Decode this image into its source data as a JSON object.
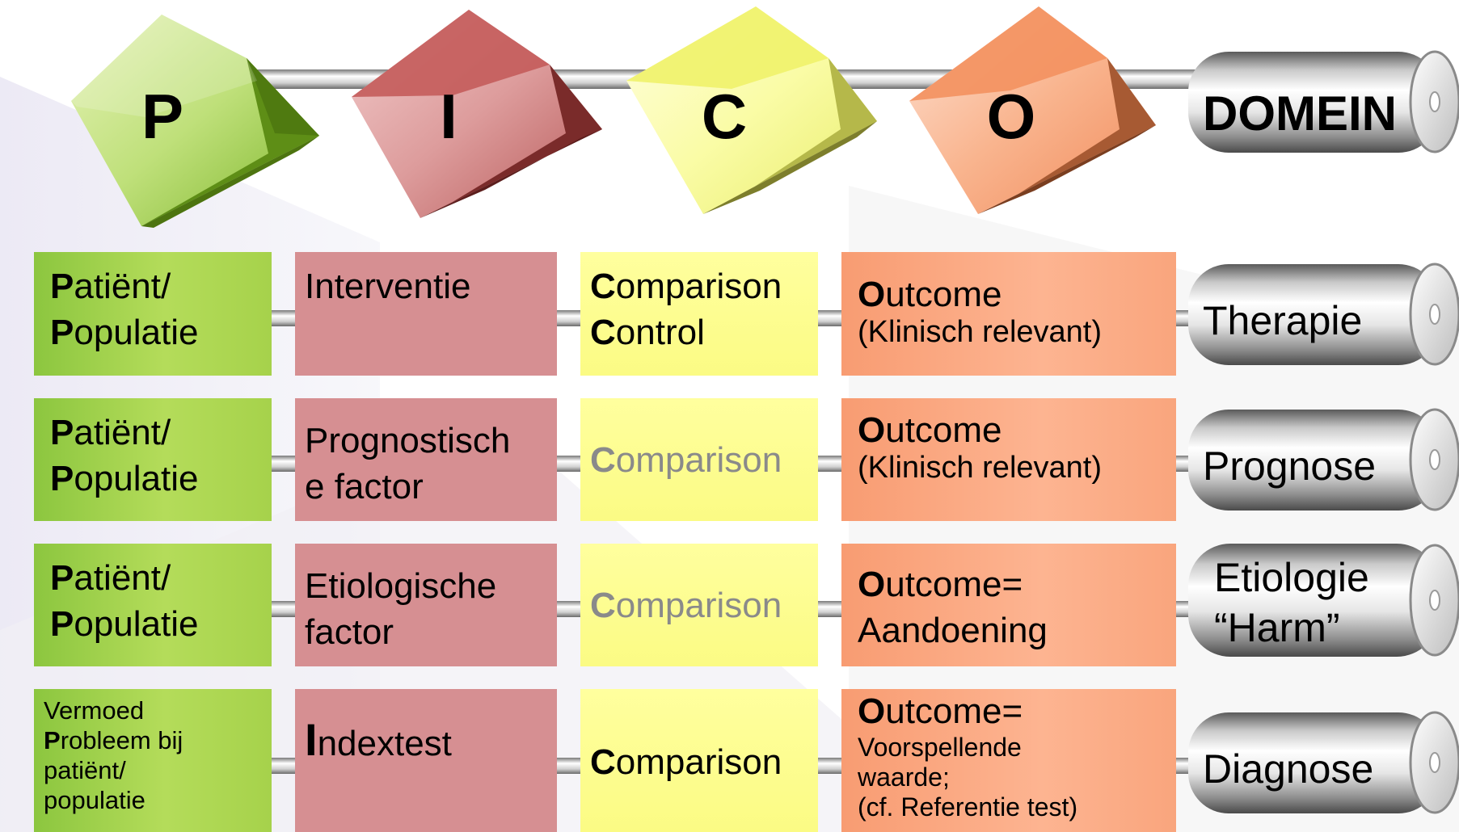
{
  "header": {
    "p_letter": "P",
    "i_letter": "I",
    "c_letter": "C",
    "o_letter": "O",
    "domain_label": "DOMEIN"
  },
  "rows": [
    {
      "p": {
        "line1_initial": "P",
        "line1_rest": "atiënt/",
        "line2_initial": "P",
        "line2_rest": "opulatie"
      },
      "i": {
        "line1": "Interventie"
      },
      "c": {
        "line1_initial": "C",
        "line1_rest": "omparison",
        "line2_initial": "C",
        "line2_rest": "ontrol"
      },
      "o": {
        "initial": "O",
        "rest": "utcome",
        "sub": "(Klinisch relevant)"
      },
      "domain": {
        "line1": "Therapie"
      }
    },
    {
      "p": {
        "line1_initial": "P",
        "line1_rest": "atiënt/",
        "line2_initial": "P",
        "line2_rest": "opulatie"
      },
      "i": {
        "line1": "Prognostisch",
        "line2": "e factor"
      },
      "c": {
        "initial": "C",
        "rest": "omparison"
      },
      "o": {
        "initial": "O",
        "rest": "utcome",
        "sub": "(Klinisch relevant)"
      },
      "domain": {
        "line1": "Prognose"
      }
    },
    {
      "p": {
        "line1_initial": "P",
        "line1_rest": "atiënt/",
        "line2_initial": "P",
        "line2_rest": "opulatie"
      },
      "i": {
        "line1": "Etiologische",
        "line2": "factor"
      },
      "c": {
        "initial": "C",
        "rest": "omparison"
      },
      "o": {
        "initial": "O",
        "rest": "utcome=",
        "line2": "Aandoening"
      },
      "domain": {
        "line1": "Etiologie",
        "line2": "“Harm”"
      }
    },
    {
      "p": {
        "line1": "Vermoed",
        "line2_initial": "P",
        "line2_rest": "robleem bij",
        "line3": "patiënt/",
        "line4": "populatie"
      },
      "i": {
        "initial": "I",
        "rest": "ndextest"
      },
      "c": {
        "initial": "C",
        "rest": "omparison"
      },
      "o": {
        "initial": "O",
        "rest": "utcome=",
        "line2": "Voorspellende",
        "line3": "waarde;",
        "line4": "(cf. Referentie test)"
      },
      "domain": {
        "line1": "Diagnose"
      }
    }
  ],
  "colors": {
    "p_green": "#8cc63f",
    "i_red": "#c0504d",
    "c_yellow": "#ffff80",
    "o_orange": "#f79646",
    "comparison_grey": "#8a8a8a"
  }
}
